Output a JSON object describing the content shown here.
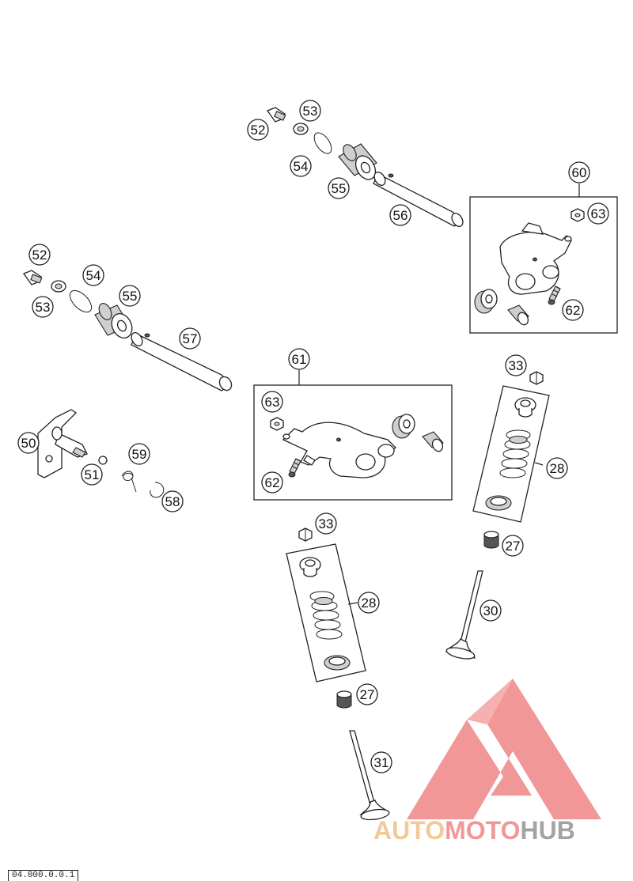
{
  "callouts": {
    "c52a": "52",
    "c53a": "53",
    "c54a": "54",
    "c55a": "55",
    "c56": "56",
    "c60": "60",
    "c63a": "63",
    "c62a": "62",
    "c52b": "52",
    "c54b": "54",
    "c55b": "55",
    "c53b": "53",
    "c57": "57",
    "c61": "61",
    "c63b": "63",
    "c62b": "62",
    "c33a": "33",
    "c28a": "28",
    "c27a": "27",
    "c30": "30",
    "c50": "50",
    "c51": "51",
    "c59": "59",
    "c58": "58",
    "c33b": "33",
    "c28b": "28",
    "c27b": "27",
    "c31": "31"
  },
  "watermark": {
    "part1": "AUTO",
    "part2": "MOTO",
    "part3": "HUB",
    "color_light": "#f2c48c",
    "color_pink": "#f08c8c",
    "color_gray": "#9a9a9a"
  },
  "footer": {
    "code": "04.000.0.0.1"
  }
}
